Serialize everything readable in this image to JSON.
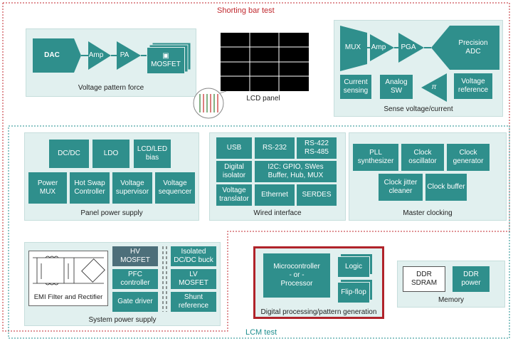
{
  "outer_labels": {
    "shorting_bar": "Shorting bar test",
    "lcm": "LCM test"
  },
  "voltage_force": {
    "dac": "DAC",
    "amp": "Amp",
    "pa": "PA",
    "mosfet": "MOSFET",
    "caption": "Voltage pattern force"
  },
  "lcd": {
    "caption": "LCD panel"
  },
  "sense": {
    "mux": "MUX",
    "amp": "Amp",
    "pga": "PGA",
    "adc": "Precision\nADC",
    "current": "Current\nsensing",
    "analog_sw": "Analog\nSW",
    "pi": "π",
    "vref": "Voltage\nreference",
    "caption": "Sense voltage/current"
  },
  "panel_power": {
    "dcdc": "DC/DC",
    "ldo": "LDO",
    "lcd_bias": "LCD/LED\nbias",
    "power_mux": "Power\nMUX",
    "hot_swap": "Hot Swap\nController",
    "v_super": "Voltage\nsupervisor",
    "v_seq": "Voltage\nsequencer",
    "caption": "Panel power supply"
  },
  "wired": {
    "usb": "USB",
    "rs232": "RS-232",
    "rs422": "RS-422\nRS-485",
    "dig_iso": "Digital\nisolator",
    "i2c": "I2C: GPIO, SWes\nBuffer, Hub, MUX",
    "v_trans": "Voltage\ntranslator",
    "ethernet": "Ethernet",
    "serdes": "SERDES",
    "caption": "Wired interface"
  },
  "clocking": {
    "pll": "PLL\nsynthesizer",
    "clk_osc": "Clock\noscillator",
    "clk_gen": "Clock\ngenerator",
    "jitter": "Clock jitter\ncleaner",
    "buffer": "Clock buffer",
    "caption": "Master clocking"
  },
  "system_power": {
    "emi": "EMI Filter and Rectifier",
    "hv_mosfet": "HV\nMOSFET",
    "pfc": "PFC\ncontroller",
    "gate": "Gate driver",
    "iso_dcdc": "Isolated\nDC/DC buck",
    "lv_mosfet": "LV\nMOSFET",
    "shunt": "Shunt\nreference",
    "caption": "System power supply"
  },
  "digital": {
    "mcu": "Microcontroller\n- or -\nProcessor",
    "logic": "Logic",
    "flipflop": "Flip-flop",
    "caption": "Digital processing/pattern generation"
  },
  "memory": {
    "ddr_sdram": "DDR\nSDRAM",
    "ddr_power": "DDR\npower",
    "caption": "Memory"
  },
  "colors": {
    "block": "#2f8f8c",
    "panel": "#e1f0ef",
    "red": "#c0272d",
    "teal": "#1e8e8e"
  }
}
